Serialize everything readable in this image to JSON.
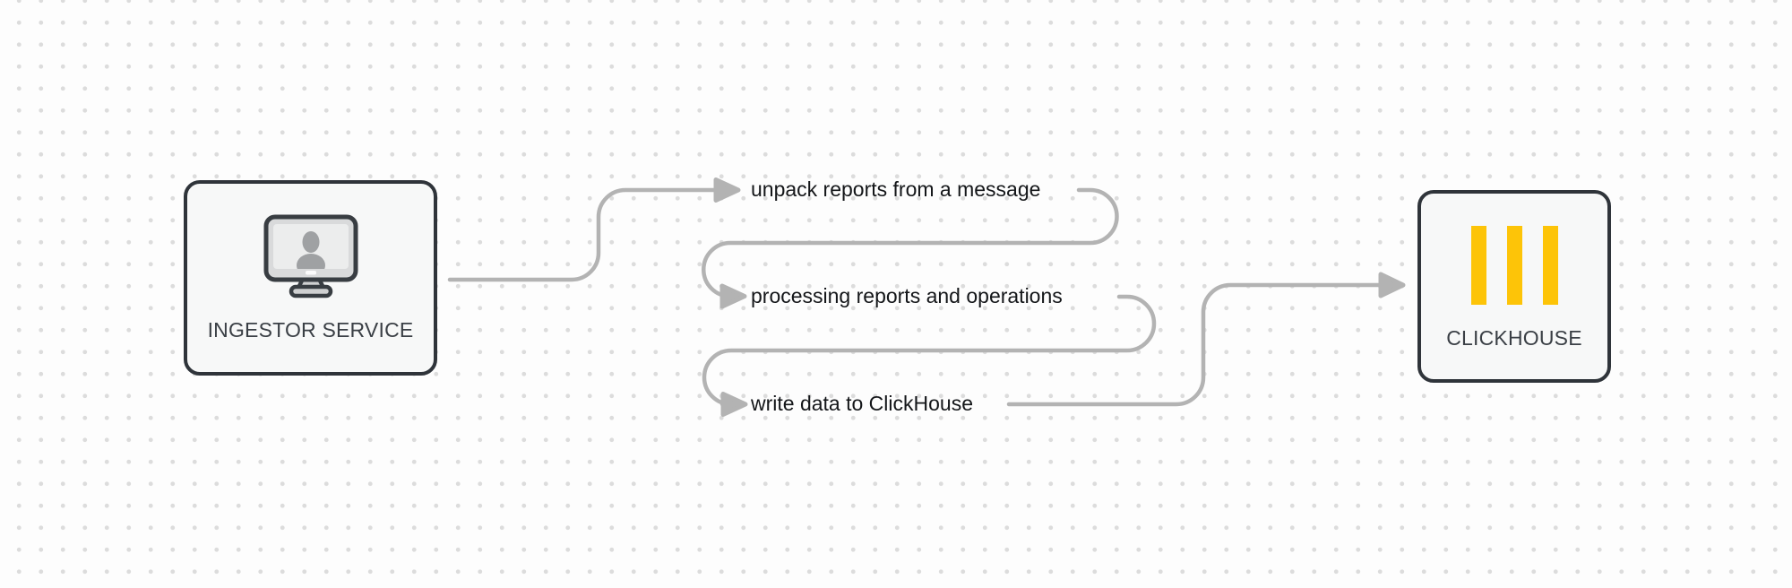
{
  "theme": {
    "background_color": "#fdfdfd",
    "dot_color": "#dcdcdc",
    "connector_color": "#b3b3b3",
    "node_border_color": "#2f343a",
    "node_bg_color": "#f7f8f8",
    "node_label_color": "#3a3f45",
    "step_text_color": "#141619"
  },
  "nodes": {
    "ingestor": {
      "label": "INGESTOR SERVICE",
      "icon": "monitor-user-icon"
    },
    "clickhouse": {
      "label": "CLICKHOUSE",
      "icon": "clickhouse-logo-icon",
      "logo_color": "#fdc408"
    }
  },
  "steps": [
    {
      "label": "unpack reports from a message"
    },
    {
      "label": "processing reports and operations"
    },
    {
      "label": "write data to ClickHouse"
    }
  ]
}
